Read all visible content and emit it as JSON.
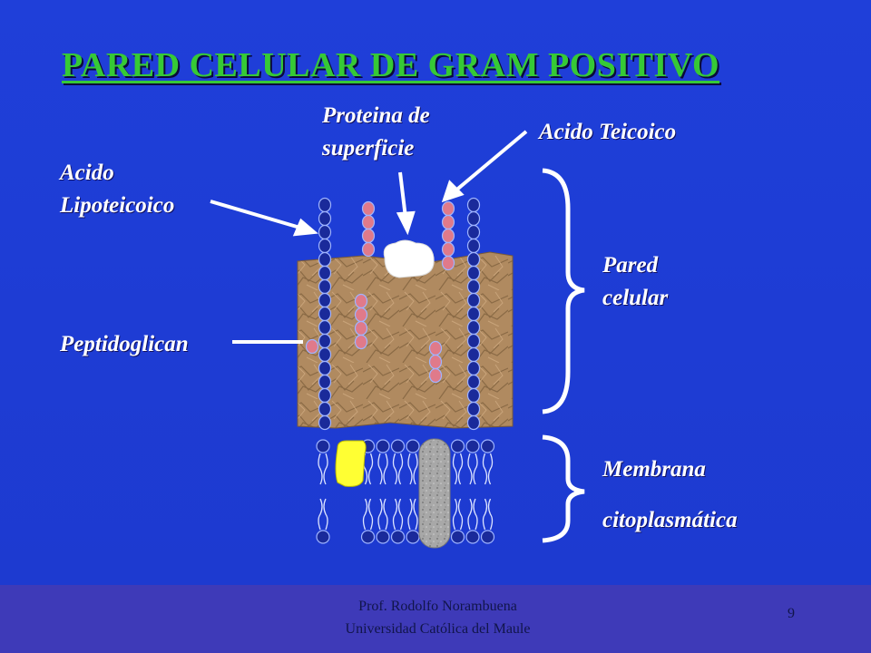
{
  "title": "PARED CELULAR DE GRAM POSITIVO",
  "labels": {
    "acido_lipoteicoico": [
      "Acido",
      "Lipoteicoico"
    ],
    "proteina_superficie": [
      "Proteina de",
      "superficie"
    ],
    "acido_teicoico": "Acido Teicoico",
    "peptidoglican": "Peptidoglican",
    "pared_celular": [
      "Pared",
      "celular"
    ],
    "membrana": [
      "Membrana",
      "citoplasmática"
    ]
  },
  "footer": {
    "author": "Prof. Rodolfo Norambuena",
    "institution": "Universidad Católica del Maule",
    "page": "9"
  },
  "colors": {
    "background": "#1f3fd6",
    "title": "#36c936",
    "bead_blue": "#1a2a9a",
    "bead_pink": "#e07a8a",
    "peptidoglycan": "#b08a60",
    "protein": "#ffffff",
    "membrane_protein_yellow": "#ffff33",
    "membrane_protein_gray": "#a8a8a8"
  }
}
